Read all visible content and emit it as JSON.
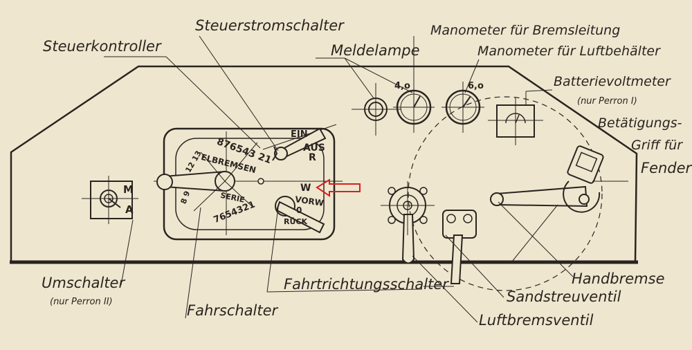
{
  "labels": {
    "steuerkontroller": "Steuerkontroller",
    "steuerstromschalter": "Steuerstromschalter",
    "meldelampe": "Meldelampe",
    "manometer_brems": "Manometer für Bremsleitung",
    "manometer_luft": "Manometer für Luftbehälter",
    "batterie": "Batterievoltmeter",
    "batterie_note": "(nur Perron I)",
    "betaetigung_1": "Betätigungs-",
    "betaetigung_2": "Griff für",
    "betaetigung_3": "Fender",
    "umschalter": "Umschalter",
    "umschalter_note": "(nur Perron II)",
    "fahrschalter": "Fahrschalter",
    "fahrtrichtung": "Fahrtrichtungsschalter",
    "handbremse": "Handbremse",
    "sandstreuventil": "Sandstreuventil",
    "luftbremsventil": "Luftbremsventil"
  },
  "panel_marks": {
    "ein": "EIN",
    "aus": "AUS",
    "r": "R",
    "w": "W",
    "vorw": "VORW",
    "o": "0",
    "rueck": "RÜCK",
    "m": "M",
    "a": "A",
    "gauge1": "4,o",
    "gauge2": "6,o",
    "top_numbers": "876543 21",
    "bremsen": "ELBREMSEN",
    "serie": "SERIE",
    "bottom_numbers": "7654321",
    "left_numbers": "12 13",
    "left_numbers2": "8 9"
  },
  "colors": {
    "paper": "#efe6cf",
    "ink": "#2a2420",
    "arrow": "#d62020"
  }
}
